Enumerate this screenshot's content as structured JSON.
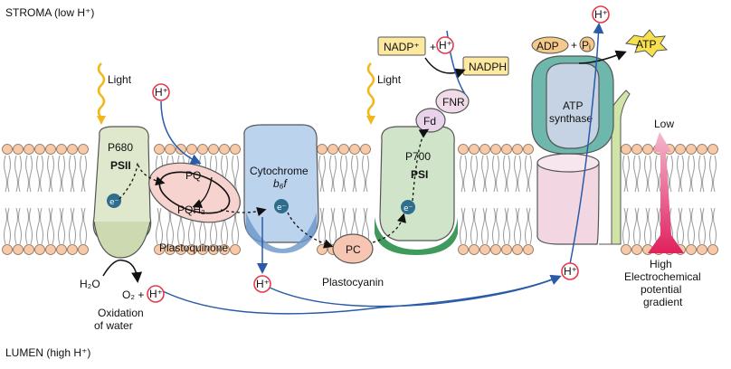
{
  "labels": {
    "stroma": "STROMA (low H⁺)",
    "lumen": "LUMEN (high H⁺)",
    "light_left": "Light",
    "light_right": "Light",
    "p680": "P680",
    "psii": "PSII",
    "pq": "PQ",
    "pqh2": "PQH₂",
    "plastoquinone": "Plastoquinone",
    "cytochrome_line1": "Cytochrome",
    "cytochrome_line2": "b₆f",
    "pc": "PC",
    "plastocyanin": "Plastocyanin",
    "p700": "P700",
    "psi": "PSI",
    "fd": "Fd",
    "fnr": "FNR",
    "nadp": "NADP⁺",
    "plus1": "+",
    "nadph": "NADPH",
    "adp": "ADP",
    "plus2": "+",
    "pi": "Pᵢ",
    "atp": "ATP",
    "atp_synthase_line1": "ATP",
    "atp_synthase_line2": "synthase",
    "low": "Low",
    "high": "High",
    "gradient_line1": "Electrochemical",
    "gradient_line2": "potential",
    "gradient_line3": "gradient",
    "h2o": "H₂O",
    "o2": "O₂ +",
    "oxidation_line1": "Oxidation",
    "oxidation_line2": "of water",
    "h_plus": "H⁺",
    "electron": "e⁻"
  },
  "colors": {
    "membrane_head": "#f6c9a8",
    "membrane_head_stroke": "#8a6a55",
    "lipid_tail": "#9a9a9a",
    "psii_fill": "#dfe8cc",
    "psi_fill": "#cfe4c8",
    "psi_base": "#3f9a5c",
    "cyt_fill": "#bcd3ee",
    "cyt_base": "#6a96c8",
    "pq_fill": "#f7d3cf",
    "pc_fill": "#f6c6b2",
    "fd_fill": "#e9d3ea",
    "atp_head": "#c6d3e4",
    "atp_teal": "#6eb7ad",
    "atp_stalk": "#cfe4a6",
    "atp_membrane": "#f2d7e2",
    "h_badge_fill": "#ffffff",
    "h_badge_stroke": "#e23b4d",
    "nadp_fill": "#fde9a0",
    "atp_fill": "#f7e04d",
    "adp_fill": "#f4c98a",
    "arrow_blue": "#2a5ba8",
    "gradient_top": "#f3b8cc",
    "gradient_bottom": "#e0215e",
    "light_ray": "#f0b81a"
  }
}
